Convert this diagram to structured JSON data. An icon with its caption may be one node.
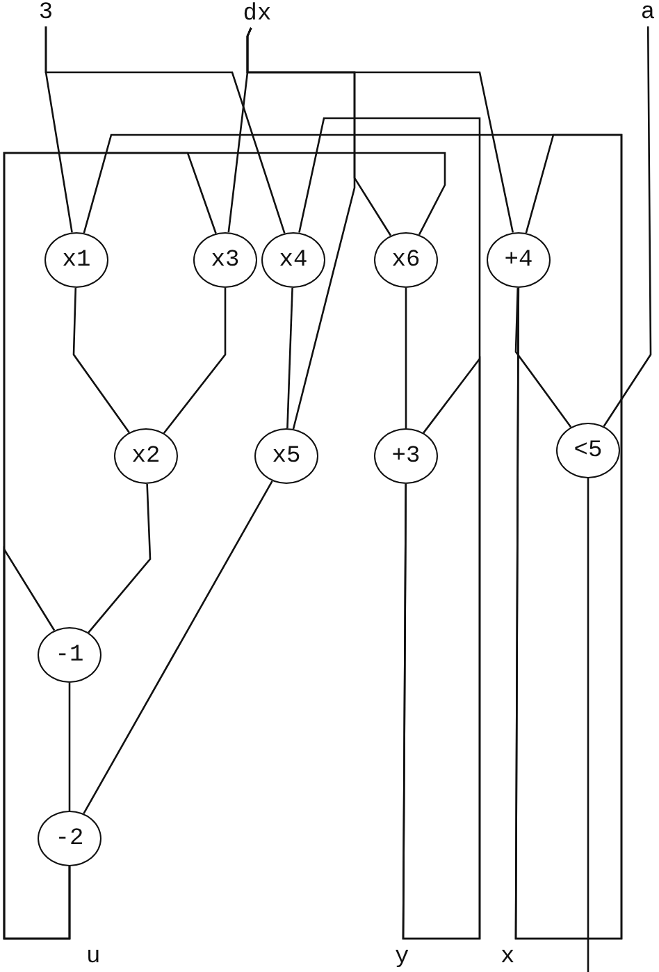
{
  "diagram": {
    "nodes": [
      {
        "text": [
          "3"
        ]
      },
      {
        "text": [
          "dx"
        ]
      },
      {
        "text": [
          "a"
        ]
      },
      {
        "text": [
          "x1"
        ]
      },
      {
        "text": [
          "x3"
        ]
      },
      {
        "text": [
          "x4"
        ]
      },
      {
        "text": [
          "x6"
        ]
      },
      {
        "text": [
          "+4"
        ]
      },
      {
        "text": [
          "x2"
        ]
      },
      {
        "text": [
          "x5"
        ]
      },
      {
        "text": [
          "+3"
        ]
      },
      {
        "text": [
          "<5"
        ]
      },
      {
        "text": [
          "-1"
        ]
      },
      {
        "text": [
          "-2"
        ]
      }
    ],
    "edges": [
      {
        "from": 0,
        "to": 3,
        "arrow": "none"
      },
      {
        "from": 0,
        "to": 5,
        "arrow": "none"
      },
      {
        "from": 1,
        "to": 4,
        "arrow": "none"
      },
      {
        "from": 1,
        "to": 6,
        "arrow": "none"
      },
      {
        "from": 1,
        "to": 9,
        "arrow": "none"
      },
      {
        "from": 1,
        "to": 7,
        "arrow": "none"
      },
      {
        "from": 2,
        "to": 11,
        "arrow": "none"
      },
      {
        "from": 13,
        "to": 4,
        "arrow": "none"
      },
      {
        "from": 13,
        "to": 6,
        "arrow": "none"
      },
      {
        "from": 13,
        "to": 12,
        "arrow": "none"
      },
      {
        "from": 7,
        "to": 3,
        "arrow": "none"
      },
      {
        "from": 7,
        "to": 7,
        "arrow": "none"
      },
      {
        "from": 7,
        "to": 11,
        "arrow": "none"
      },
      {
        "from": 10,
        "to": 5,
        "arrow": "none"
      },
      {
        "from": 10,
        "to": 10,
        "arrow": "none"
      },
      {
        "from": 3,
        "to": 8,
        "arrow": "none"
      },
      {
        "from": 4,
        "to": 8,
        "arrow": "none"
      },
      {
        "from": 8,
        "to": 12,
        "arrow": "none"
      },
      {
        "from": 5,
        "to": 9,
        "arrow": "none"
      },
      {
        "from": 6,
        "to": 10,
        "arrow": "none"
      },
      {
        "from": 9,
        "to": 13,
        "arrow": "none"
      },
      {
        "from": 12,
        "to": 13,
        "arrow": "none"
      },
      {
        "from": 11,
        "to": null,
        "arrow": "none"
      }
    ],
    "labels": [
      "u",
      "y",
      "x"
    ]
  }
}
